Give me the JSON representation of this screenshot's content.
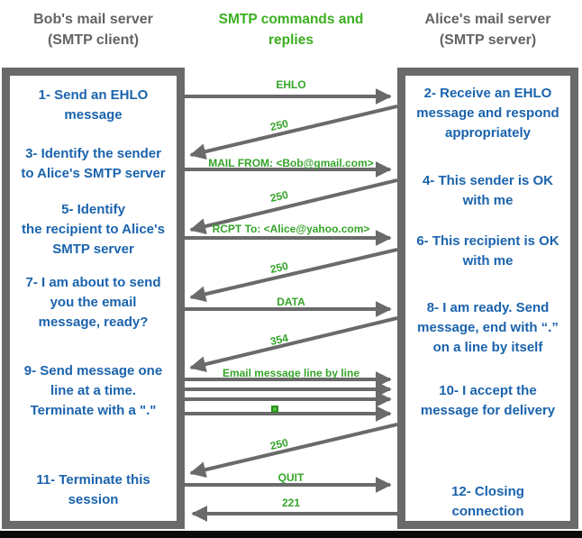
{
  "diagram_title": "SMTP commands and\nreplies",
  "client": {
    "title": "Bob's mail server\n(SMTP client)",
    "steps": [
      "1- Send an EHLO\nmessage",
      "3- Identify the sender\nto Alice's SMTP server",
      "5- Identify\nthe recipient to Alice's\nSMTP server",
      "7- I am about to send\nyou the email\nmessage, ready?",
      "9- Send message one\nline at a time.\nTerminate with a \".\"",
      "11- Terminate this\nsession"
    ]
  },
  "server": {
    "title": "Alice's mail server\n(SMTP server)",
    "steps": [
      "2- Receive an EHLO\nmessage and respond\nappropriately",
      "4- This sender is OK\nwith me",
      "6- This recipient is OK\nwith me",
      "8-  I am ready. Send\nmessage, end with “.”\non a line by itself",
      "10-  I accept the\nmessage for delivery",
      "12-  Closing\nconnection"
    ]
  },
  "channel": {
    "messages": [
      {
        "label": "EHLO",
        "direction": "client-to-server",
        "shape": "horizontal-arrow"
      },
      {
        "label": "250",
        "direction": "server-to-client",
        "shape": "diagonal-arrow"
      },
      {
        "label": "MAIL FROM: <Bob@gmail.com>",
        "direction": "client-to-server",
        "shape": "horizontal-arrow"
      },
      {
        "label": "250",
        "direction": "server-to-client",
        "shape": "diagonal-arrow"
      },
      {
        "label": "RCPT To: <Alice@yahoo.com>",
        "direction": "client-to-server",
        "shape": "horizontal-arrow"
      },
      {
        "label": "250",
        "direction": "server-to-client",
        "shape": "diagonal-arrow"
      },
      {
        "label": "DATA",
        "direction": "client-to-server",
        "shape": "horizontal-arrow"
      },
      {
        "label": "354",
        "direction": "server-to-client",
        "shape": "diagonal-arrow"
      },
      {
        "label": "Email message line by line",
        "direction": "client-to-server",
        "shape": "four-horizontal-arrows"
      },
      {
        "label": "250",
        "direction": "server-to-client",
        "shape": "diagonal-arrow"
      },
      {
        "label": "QUIT",
        "direction": "client-to-server",
        "shape": "horizontal-arrow"
      },
      {
        "label": "221",
        "direction": "server-to-client",
        "shape": "horizontal-arrow"
      }
    ],
    "terminator_icon": "green-square-dot"
  },
  "colors": {
    "accent_green": "#35a42a",
    "text_blue": "#1a63ad",
    "border_gray": "#6a6a6a",
    "header_gray": "#636363",
    "bottom_bar_black": "#0b0b0b"
  }
}
